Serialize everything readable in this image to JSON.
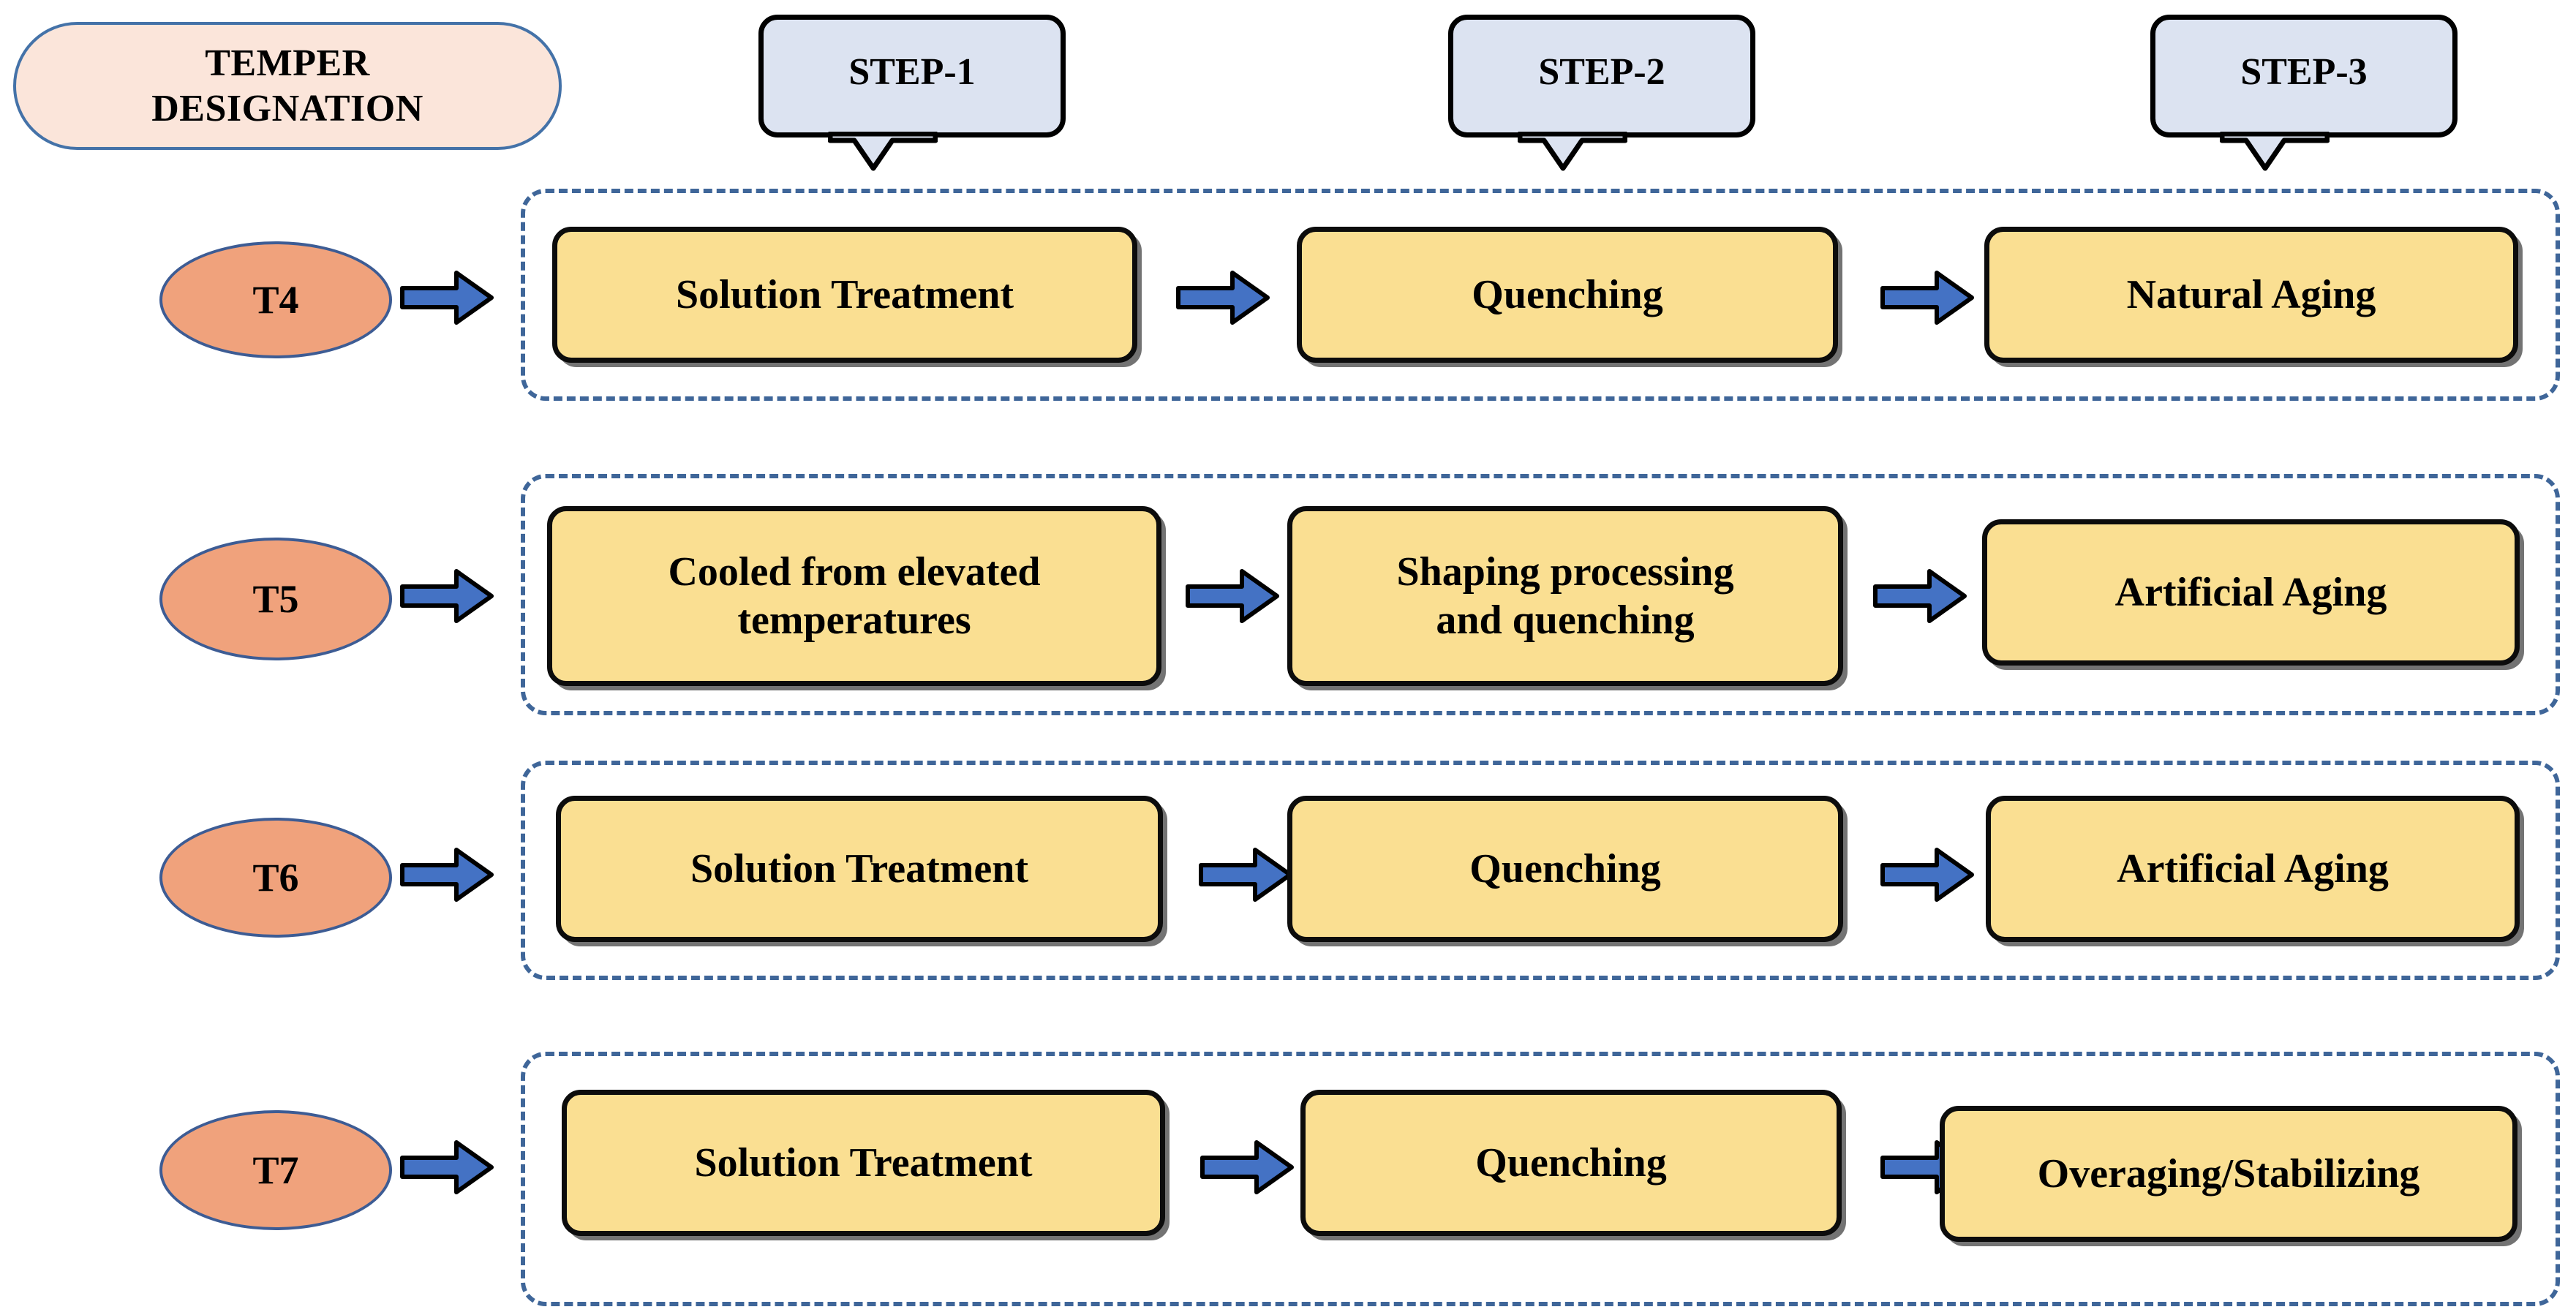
{
  "header": {
    "temper_designation": {
      "line1": "TEMPER",
      "line2": "DESIGNATION"
    },
    "steps": [
      {
        "label": "STEP-1"
      },
      {
        "label": "STEP-2"
      },
      {
        "label": "STEP-3"
      }
    ]
  },
  "colors": {
    "temper_pill_fill": "#FBE5DA",
    "temper_pill_border": "#4472A8",
    "step_bubble_fill": "#DCE3F1",
    "step_bubble_border": "#000000",
    "ellipse_fill": "#F0A27C",
    "ellipse_border": "#3D5C94",
    "process_box_fill": "#FADF92",
    "process_box_border": "#0C0C0C",
    "arrow_fill": "#4472C4",
    "arrow_border": "#000000",
    "dashed_container_border": "#3F6699",
    "background": "#FFFFFF"
  },
  "rows": [
    {
      "temper": "T4",
      "steps": [
        "Solution Treatment",
        "Quenching",
        "Natural Aging"
      ]
    },
    {
      "temper": "T5",
      "steps": [
        "Cooled from elevated\ntemperatures",
        "Shaping processing\nand quenching",
        "Artificial Aging"
      ]
    },
    {
      "temper": "T6",
      "steps": [
        "Solution Treatment",
        "Quenching",
        "Artificial Aging"
      ]
    },
    {
      "temper": "T7",
      "steps": [
        "Solution Treatment",
        "Quenching",
        "Overaging/Stabilizing"
      ]
    }
  ],
  "icons": {
    "arrow": "right-block-arrow-icon",
    "bubble_tail": "speech-bubble-tail-icon"
  }
}
